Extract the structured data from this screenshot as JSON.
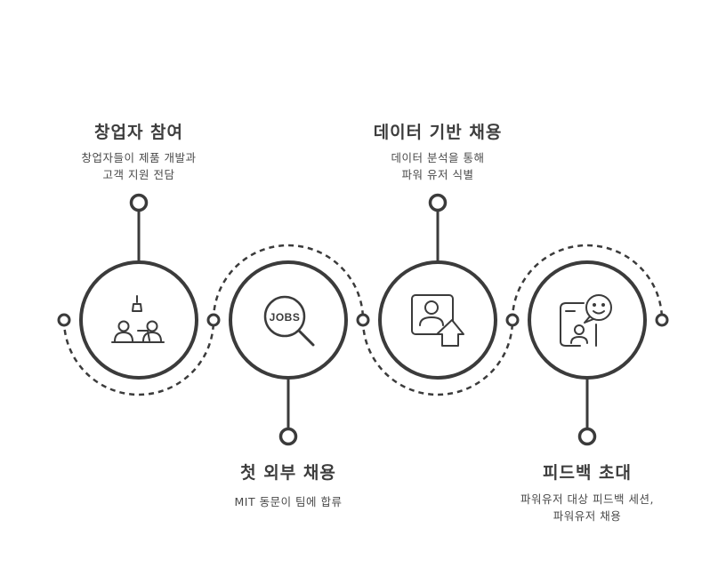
{
  "steps": [
    {
      "title": "창업자 참여",
      "desc": [
        "창업자들이 제품 개발과",
        "고객 지원 전담"
      ],
      "icon": "founders-at-desk-icon"
    },
    {
      "title": "첫 외부 채용",
      "desc": [
        "MIT 동문이 팀에 합류"
      ],
      "icon": "jobs-magnifier-icon"
    },
    {
      "title": "데이터 기반 채용",
      "desc": [
        "데이터 분석을 통해",
        "파워 유저 식별"
      ],
      "icon": "profile-upgrade-icon"
    },
    {
      "title": "피드백 초대",
      "desc": [
        "파워유저 대상 피드백 세션,",
        "파워유저 채용"
      ],
      "icon": "phone-feedback-icon"
    }
  ],
  "colors": {
    "stroke": "#3b3b3b",
    "text": "#444444"
  },
  "jobs_icon_text": "JOBS"
}
